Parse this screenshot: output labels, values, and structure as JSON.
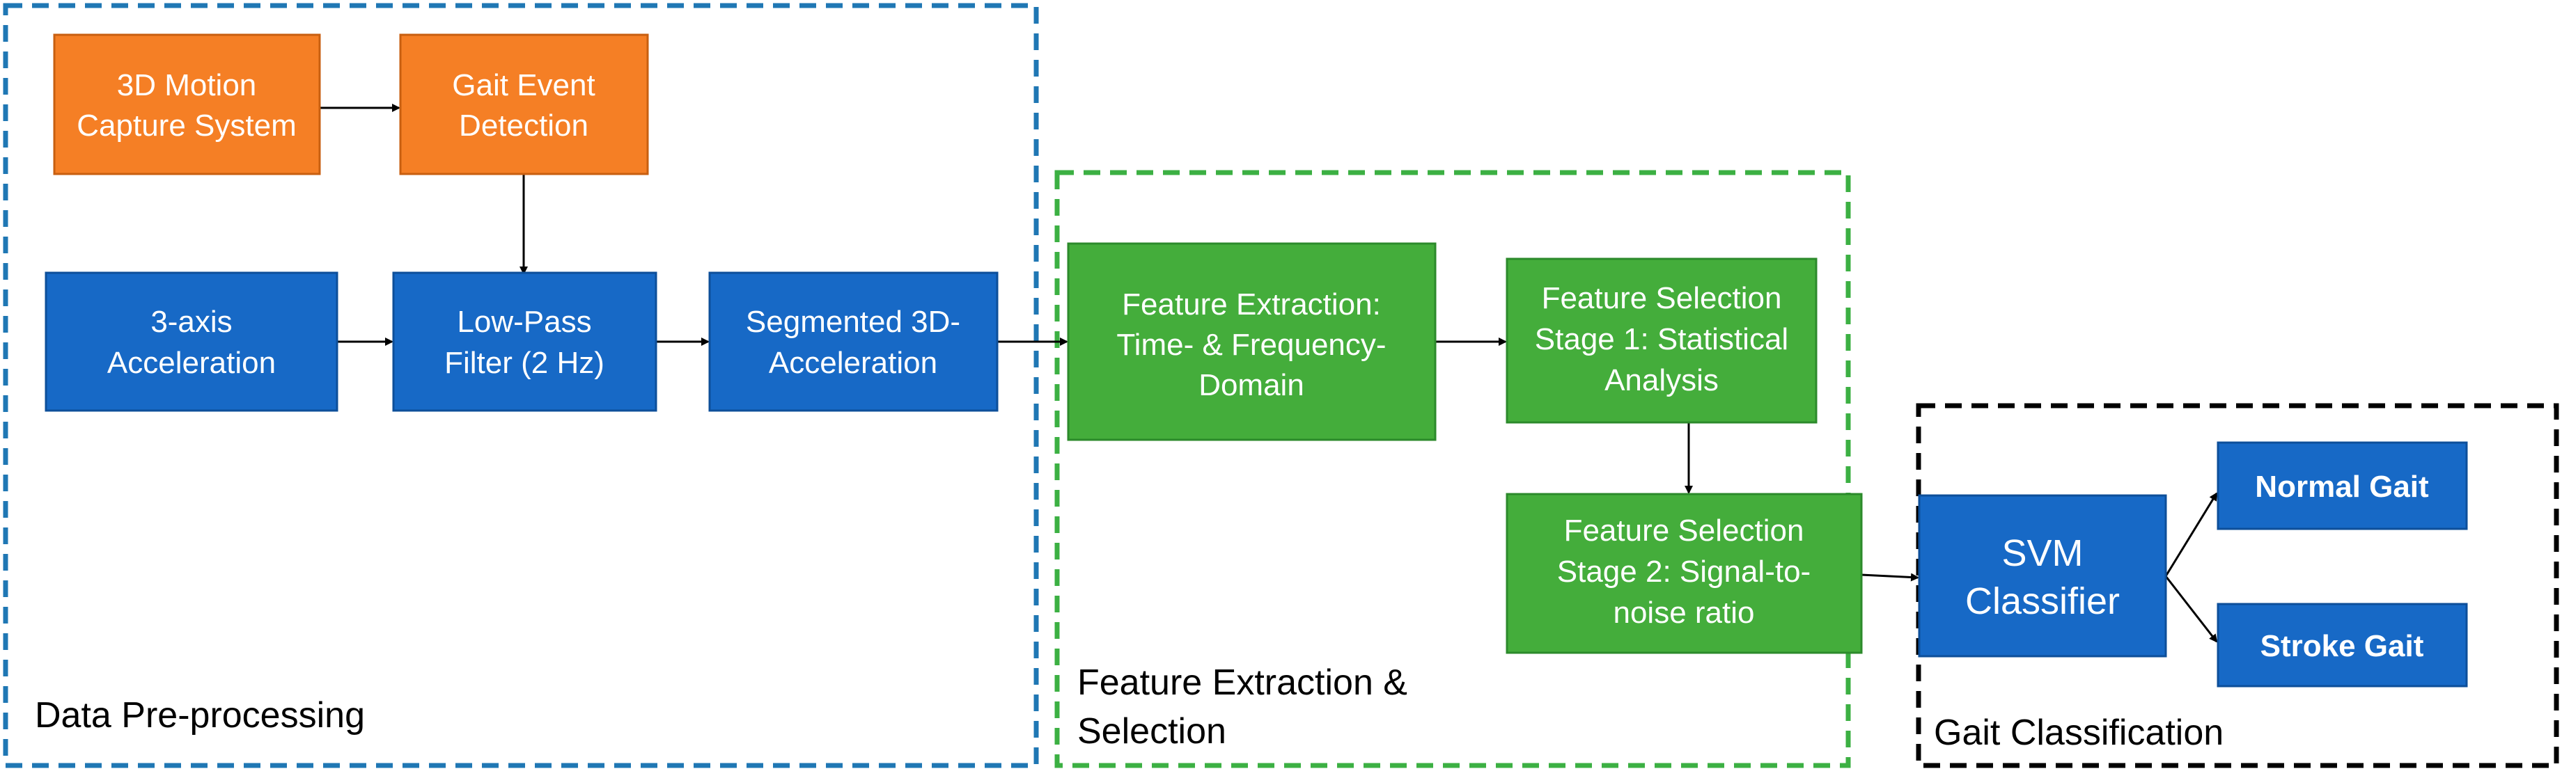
{
  "colors": {
    "orange_fill": "#f57f25",
    "orange_border": "#c85f10",
    "blue_fill": "#1769c6",
    "blue_border": "#0d4f9a",
    "green_fill": "#44ad3b",
    "green_border": "#2c8a2b",
    "group_blue": "#1f77b4",
    "group_green": "#3cb043",
    "group_black": "#000000"
  },
  "groups": {
    "preprocessing": "Data Pre-processing",
    "extraction": {
      "line1": "Feature Extraction &",
      "line2": "Selection"
    },
    "classification": "Gait Classification"
  },
  "boxes": {
    "motion_capture": {
      "line1": "3D Motion",
      "line2": "Capture System"
    },
    "gait_event": {
      "line1": "Gait Event",
      "line2": "Detection"
    },
    "acceleration": {
      "line1": "3-axis",
      "line2": "Acceleration"
    },
    "low_pass": {
      "line1": "Low-Pass",
      "line2": "Filter (2 Hz)"
    },
    "segmented": {
      "line1": "Segmented 3D-",
      "line2": "Acceleration"
    },
    "feature_extraction": {
      "line1": "Feature Extraction:",
      "line2": "Time- & Frequency-",
      "line3": "Domain"
    },
    "selection_stage1": {
      "line1": "Feature Selection",
      "line2": "Stage 1: Statistical",
      "line3": "Analysis"
    },
    "selection_stage2": {
      "line1": "Feature Selection",
      "line2": "Stage 2: Signal-to-",
      "line3": "noise ratio"
    },
    "svm": {
      "line1": "SVM",
      "line2": "Classifier"
    },
    "normal_gait": {
      "line1": "Normal Gait"
    },
    "stroke_gait": {
      "line1": "Stroke Gait"
    }
  }
}
